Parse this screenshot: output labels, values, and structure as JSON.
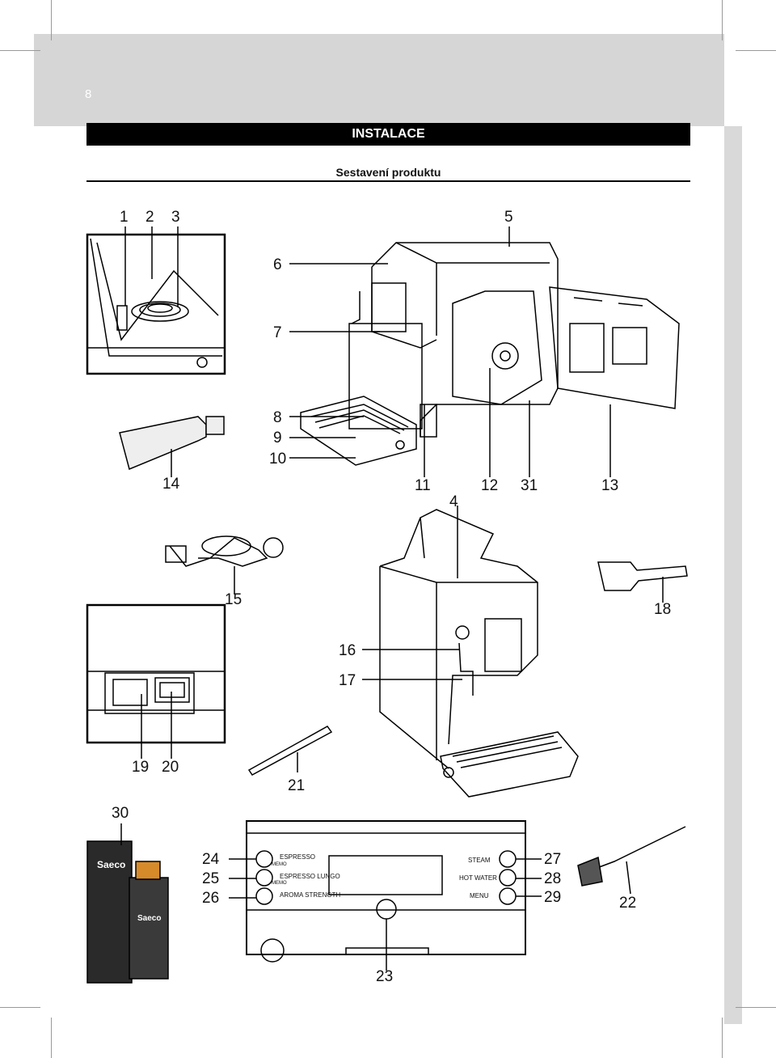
{
  "page_number": "8",
  "section_title": "INSTALACE",
  "subsection_title": "Sestavení produktu",
  "callouts": [
    "1",
    "2",
    "3",
    "4",
    "5",
    "6",
    "7",
    "8",
    "9",
    "10",
    "11",
    "12",
    "31",
    "13",
    "14",
    "15",
    "16",
    "17",
    "18",
    "19",
    "20",
    "21",
    "30",
    "24",
    "25",
    "26",
    "27",
    "28",
    "29",
    "22",
    "23"
  ],
  "panel": {
    "espresso": "ESPRESSO",
    "espresso_lungo": "ESPRESSO LUNGO",
    "aroma_strength": "AROMA STRENGTH",
    "steam": "STEAM",
    "hot_water": "HOT WATER",
    "menu": "MENU",
    "memo": "MEMO"
  },
  "brand": "Saeco"
}
